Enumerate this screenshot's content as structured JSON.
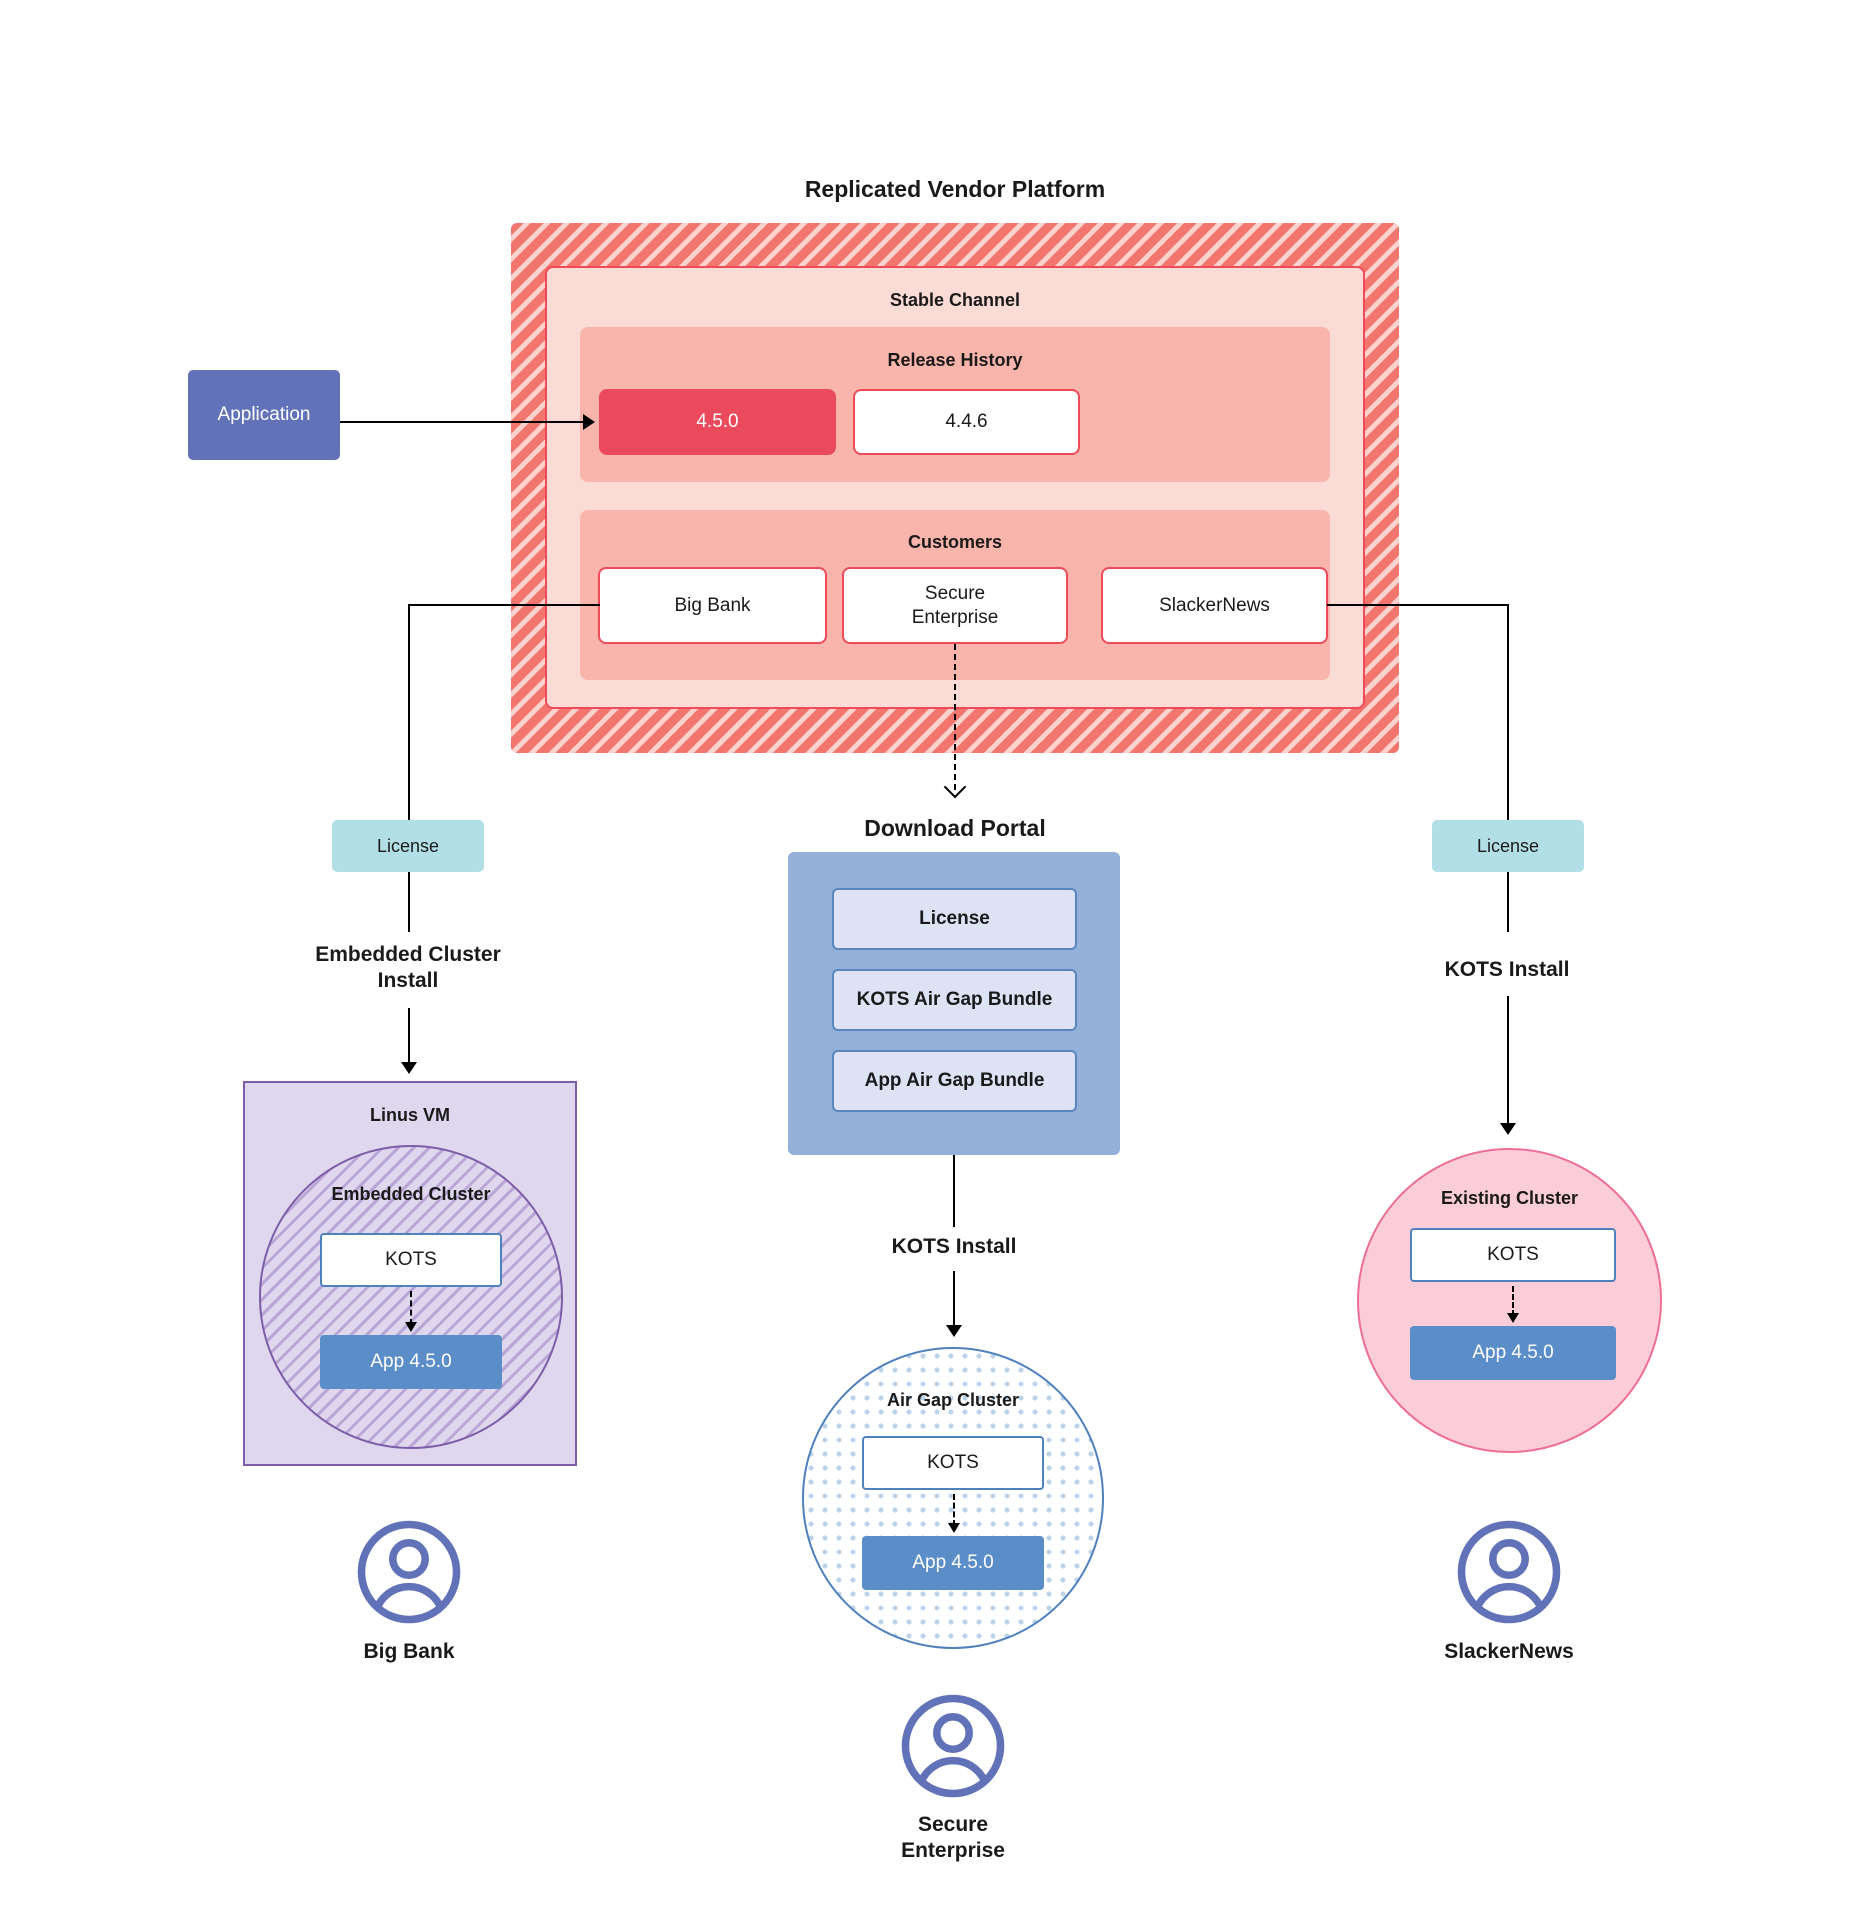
{
  "diagram": {
    "title": "Replicated Vendor Platform",
    "application_label": "Application",
    "stable_channel": {
      "title": "Stable Channel",
      "release_history": {
        "title": "Release History",
        "releases": [
          {
            "version": "4.5.0",
            "current": true
          },
          {
            "version": "4.4.6",
            "current": false
          }
        ]
      },
      "customers": {
        "title": "Customers",
        "items": [
          "Big Bank",
          "Secure\nEnterprise",
          "SlackerNews"
        ]
      }
    },
    "download_portal": {
      "title": "Download  Portal",
      "items": [
        "License",
        "KOTS Air Gap Bundle",
        "App Air Gap Bundle"
      ]
    },
    "left_branch": {
      "license_label": "License",
      "install_label": "Embedded Cluster\nInstall",
      "vm_title": "Linus VM",
      "cluster_title": "Embedded Cluster",
      "kots_label": "KOTS",
      "app_label": "App 4.5.0",
      "customer_label": "Big Bank"
    },
    "center_branch": {
      "install_label": "KOTS Install",
      "cluster_title": "Air Gap Cluster",
      "kots_label": "KOTS",
      "app_label": "App 4.5.0",
      "customer_label": "Secure\nEnterprise"
    },
    "right_branch": {
      "license_label": "License",
      "install_label": "KOTS Install",
      "cluster_title": "Existing Cluster",
      "kots_label": "KOTS",
      "app_label": "App 4.5.0",
      "customer_label": "SlackerNews"
    },
    "colors": {
      "platform_hatch": "#f2766e",
      "channel_bg": "#fbdbd6",
      "channel_border": "#ef4a5a",
      "panel_bg": "#f9b4ab",
      "release_current": "#ea4a5c",
      "application": "#6272b8",
      "license": "#b2dfe6",
      "portal": "#93b0d9",
      "portal_item": "#dde3f4",
      "vm": "#ded7ee",
      "vm_border": "#7c5ea8",
      "existing_cluster": "#fbcdd9",
      "existing_cluster_border": "#ee6e96",
      "airgap_border": "#4f81bd",
      "kots_border": "#4f81bd",
      "app": "#5b8dc8",
      "avatar": "#6272b8"
    }
  }
}
